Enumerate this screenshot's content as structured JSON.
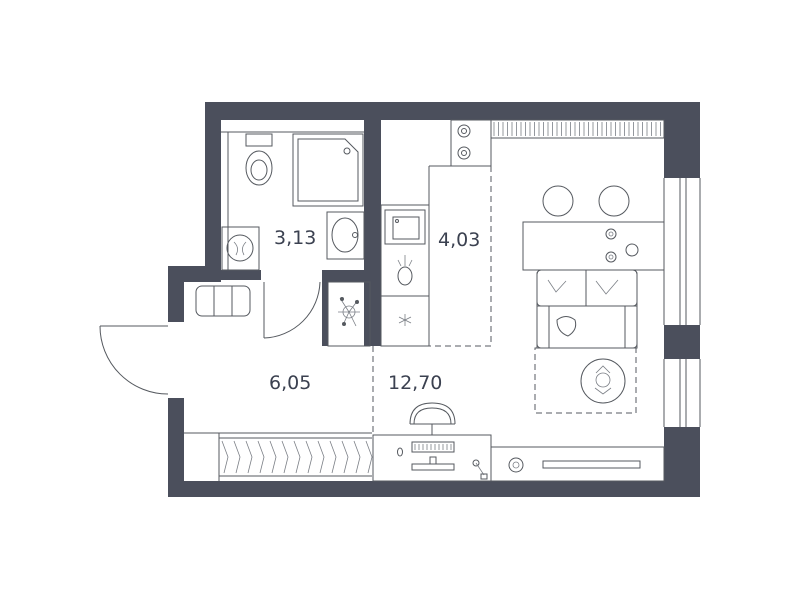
{
  "plan": {
    "wall_color": "#4b4f5c",
    "rooms": [
      {
        "id": "bathroom",
        "area": "3,13"
      },
      {
        "id": "kitchen",
        "area": "4,03"
      },
      {
        "id": "hallway",
        "area": "6,05"
      },
      {
        "id": "living-room",
        "area": "12,70"
      }
    ]
  }
}
